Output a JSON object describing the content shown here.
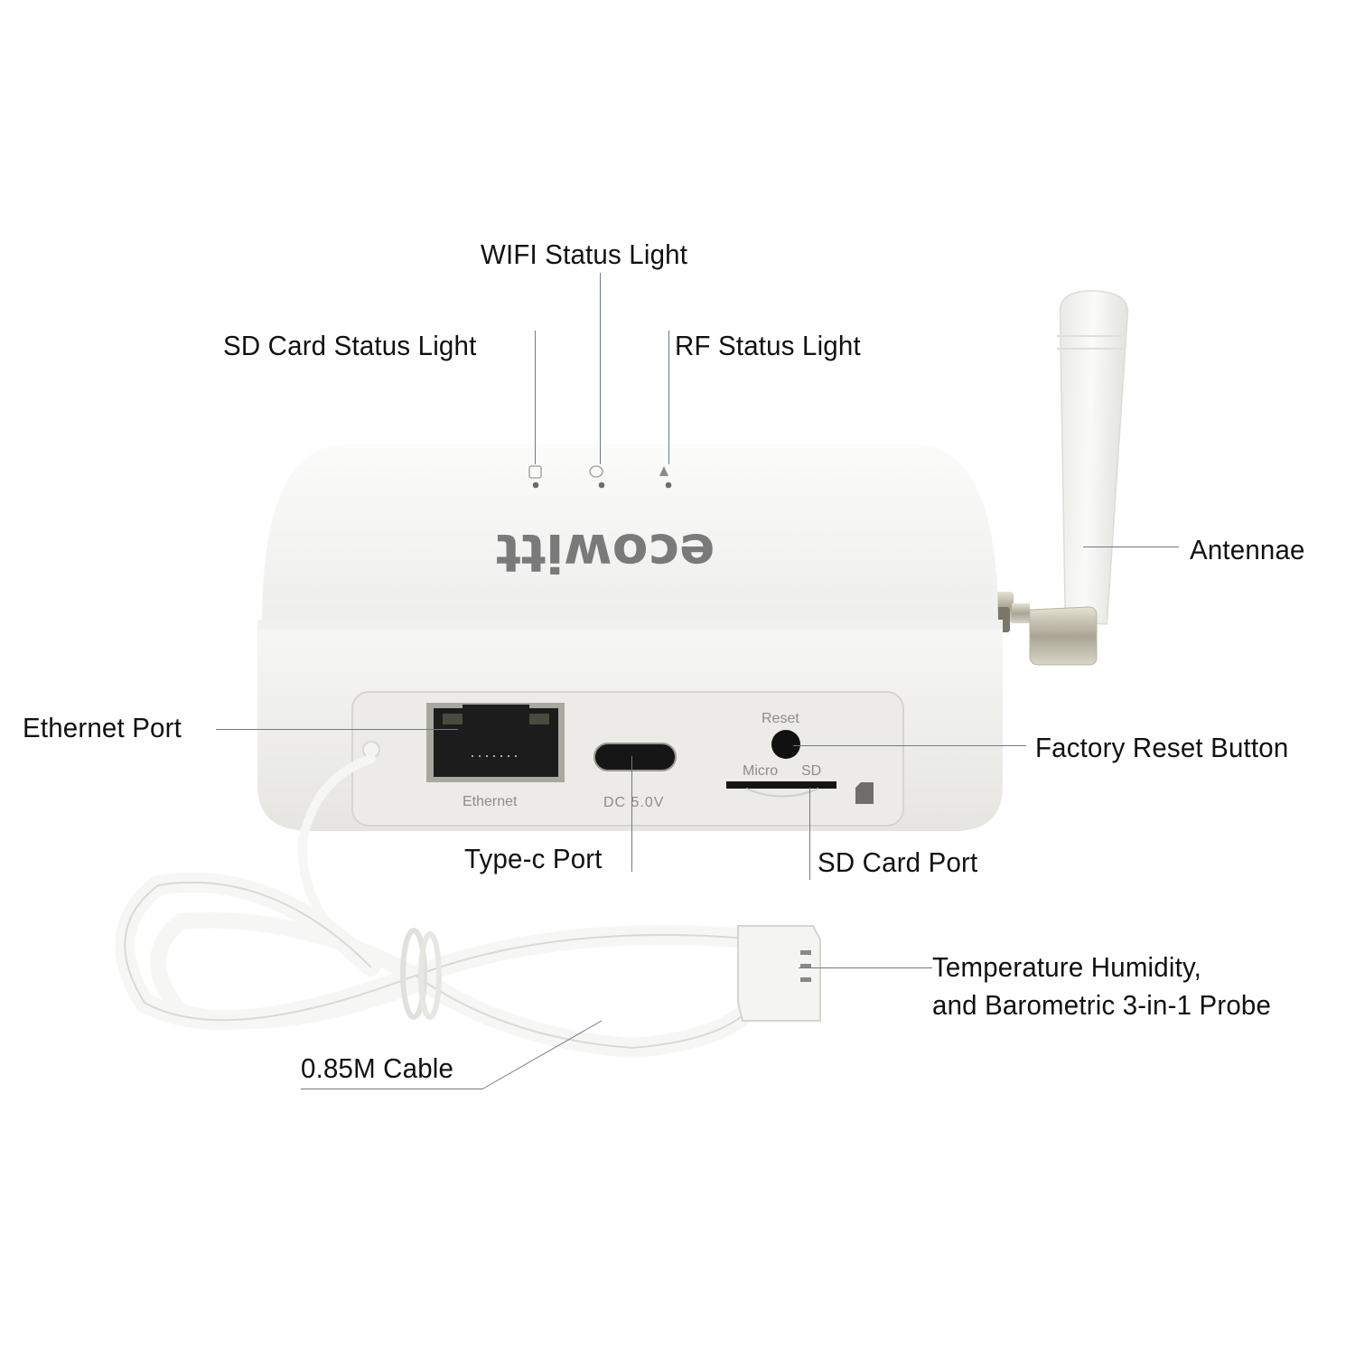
{
  "product": {
    "brand_logo": "ecowitt",
    "colors": {
      "body": "#f4f4f2",
      "panel": "#ecebe7",
      "port": "#1a1a1a",
      "leader_line": "#6f7a86",
      "label_text": "#111111",
      "print_text": "#8d8d8d",
      "connector_metal": "#c9c4b6"
    }
  },
  "callouts": {
    "wifi_status_light": "WIFI Status Light",
    "sd_card_status_light": "SD Card  Status Light",
    "rf_status_light": "RF Status Light",
    "antennae": "Antennae",
    "ethernet_port": "Ethernet Port",
    "factory_reset_button": "Factory Reset Button",
    "type_c_port": "Type-c Port",
    "sd_card_port": "SD Card Port",
    "probe_line1": "Temperature Humidity,",
    "probe_line2": "and Barometric 3-in-1 Probe",
    "cable": "0.85M Cable"
  },
  "device_prints": {
    "ethernet": "Ethernet",
    "dc": "DC 5.0V",
    "reset": "Reset",
    "micro": "Micro",
    "sd": "SD"
  },
  "status_icons": [
    "sd-card-icon",
    "globe-icon",
    "signal-antenna-icon"
  ]
}
